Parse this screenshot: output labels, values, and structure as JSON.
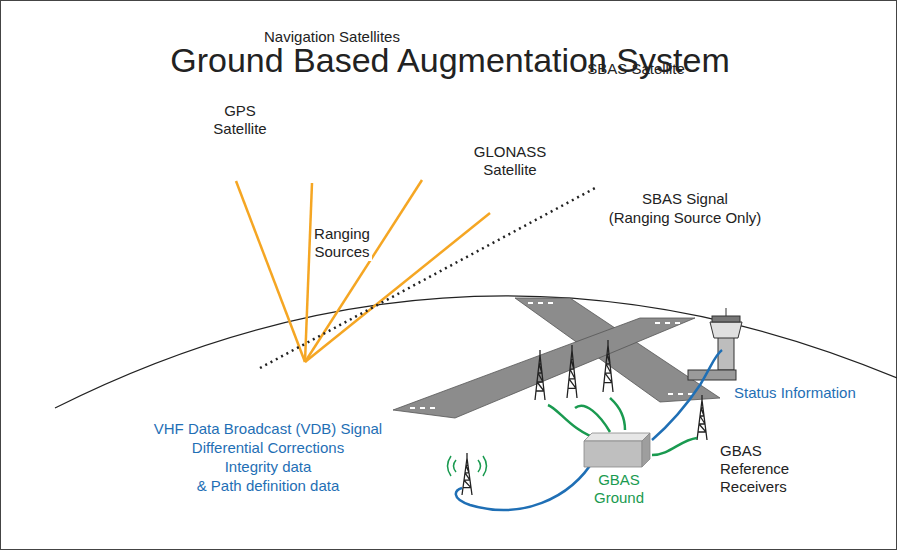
{
  "diagram": {
    "title": "Ground Based Augmentation System",
    "nodes": [
      {
        "text": [
          "GBAS Ground"
        ]
      }
    ],
    "labels": [
      "Navigation Satellites",
      "GPS Satellite",
      "GLONASS Satellite",
      "SBAS Satellite",
      "Ranging Sources",
      "SBAS Signal",
      "(Ranging Source Only)",
      "Status Information",
      "VHF Data Broadcast (VDB) Signal",
      "Differential Corrections",
      "Integrity data",
      "& Path definition data",
      "GBAS Reference Receivers"
    ]
  }
}
